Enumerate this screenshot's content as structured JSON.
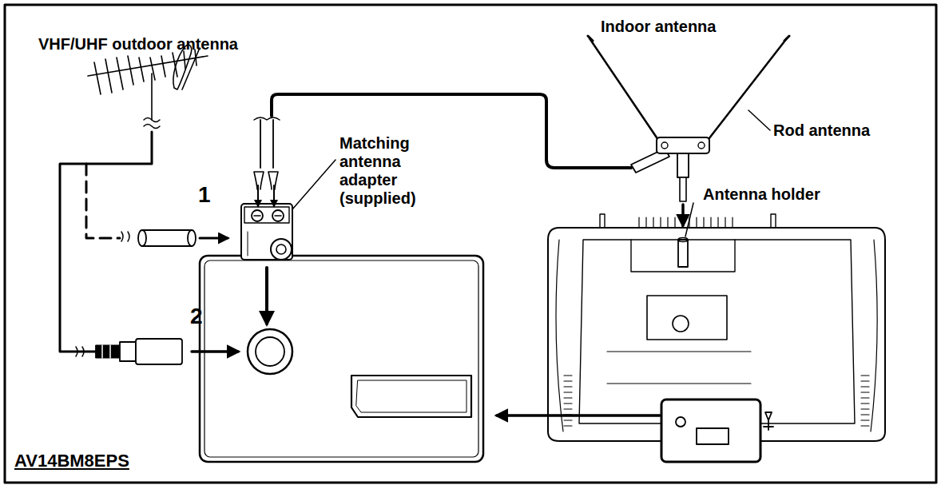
{
  "diagram": {
    "labels": [
      "VHF/UHF outdoor antenna",
      "Indoor antenna",
      "Rod antenna",
      "Matching antenna adapter (supplied)",
      "1",
      "Antenna holder",
      "2",
      "AV14BM8EPS"
    ]
  }
}
